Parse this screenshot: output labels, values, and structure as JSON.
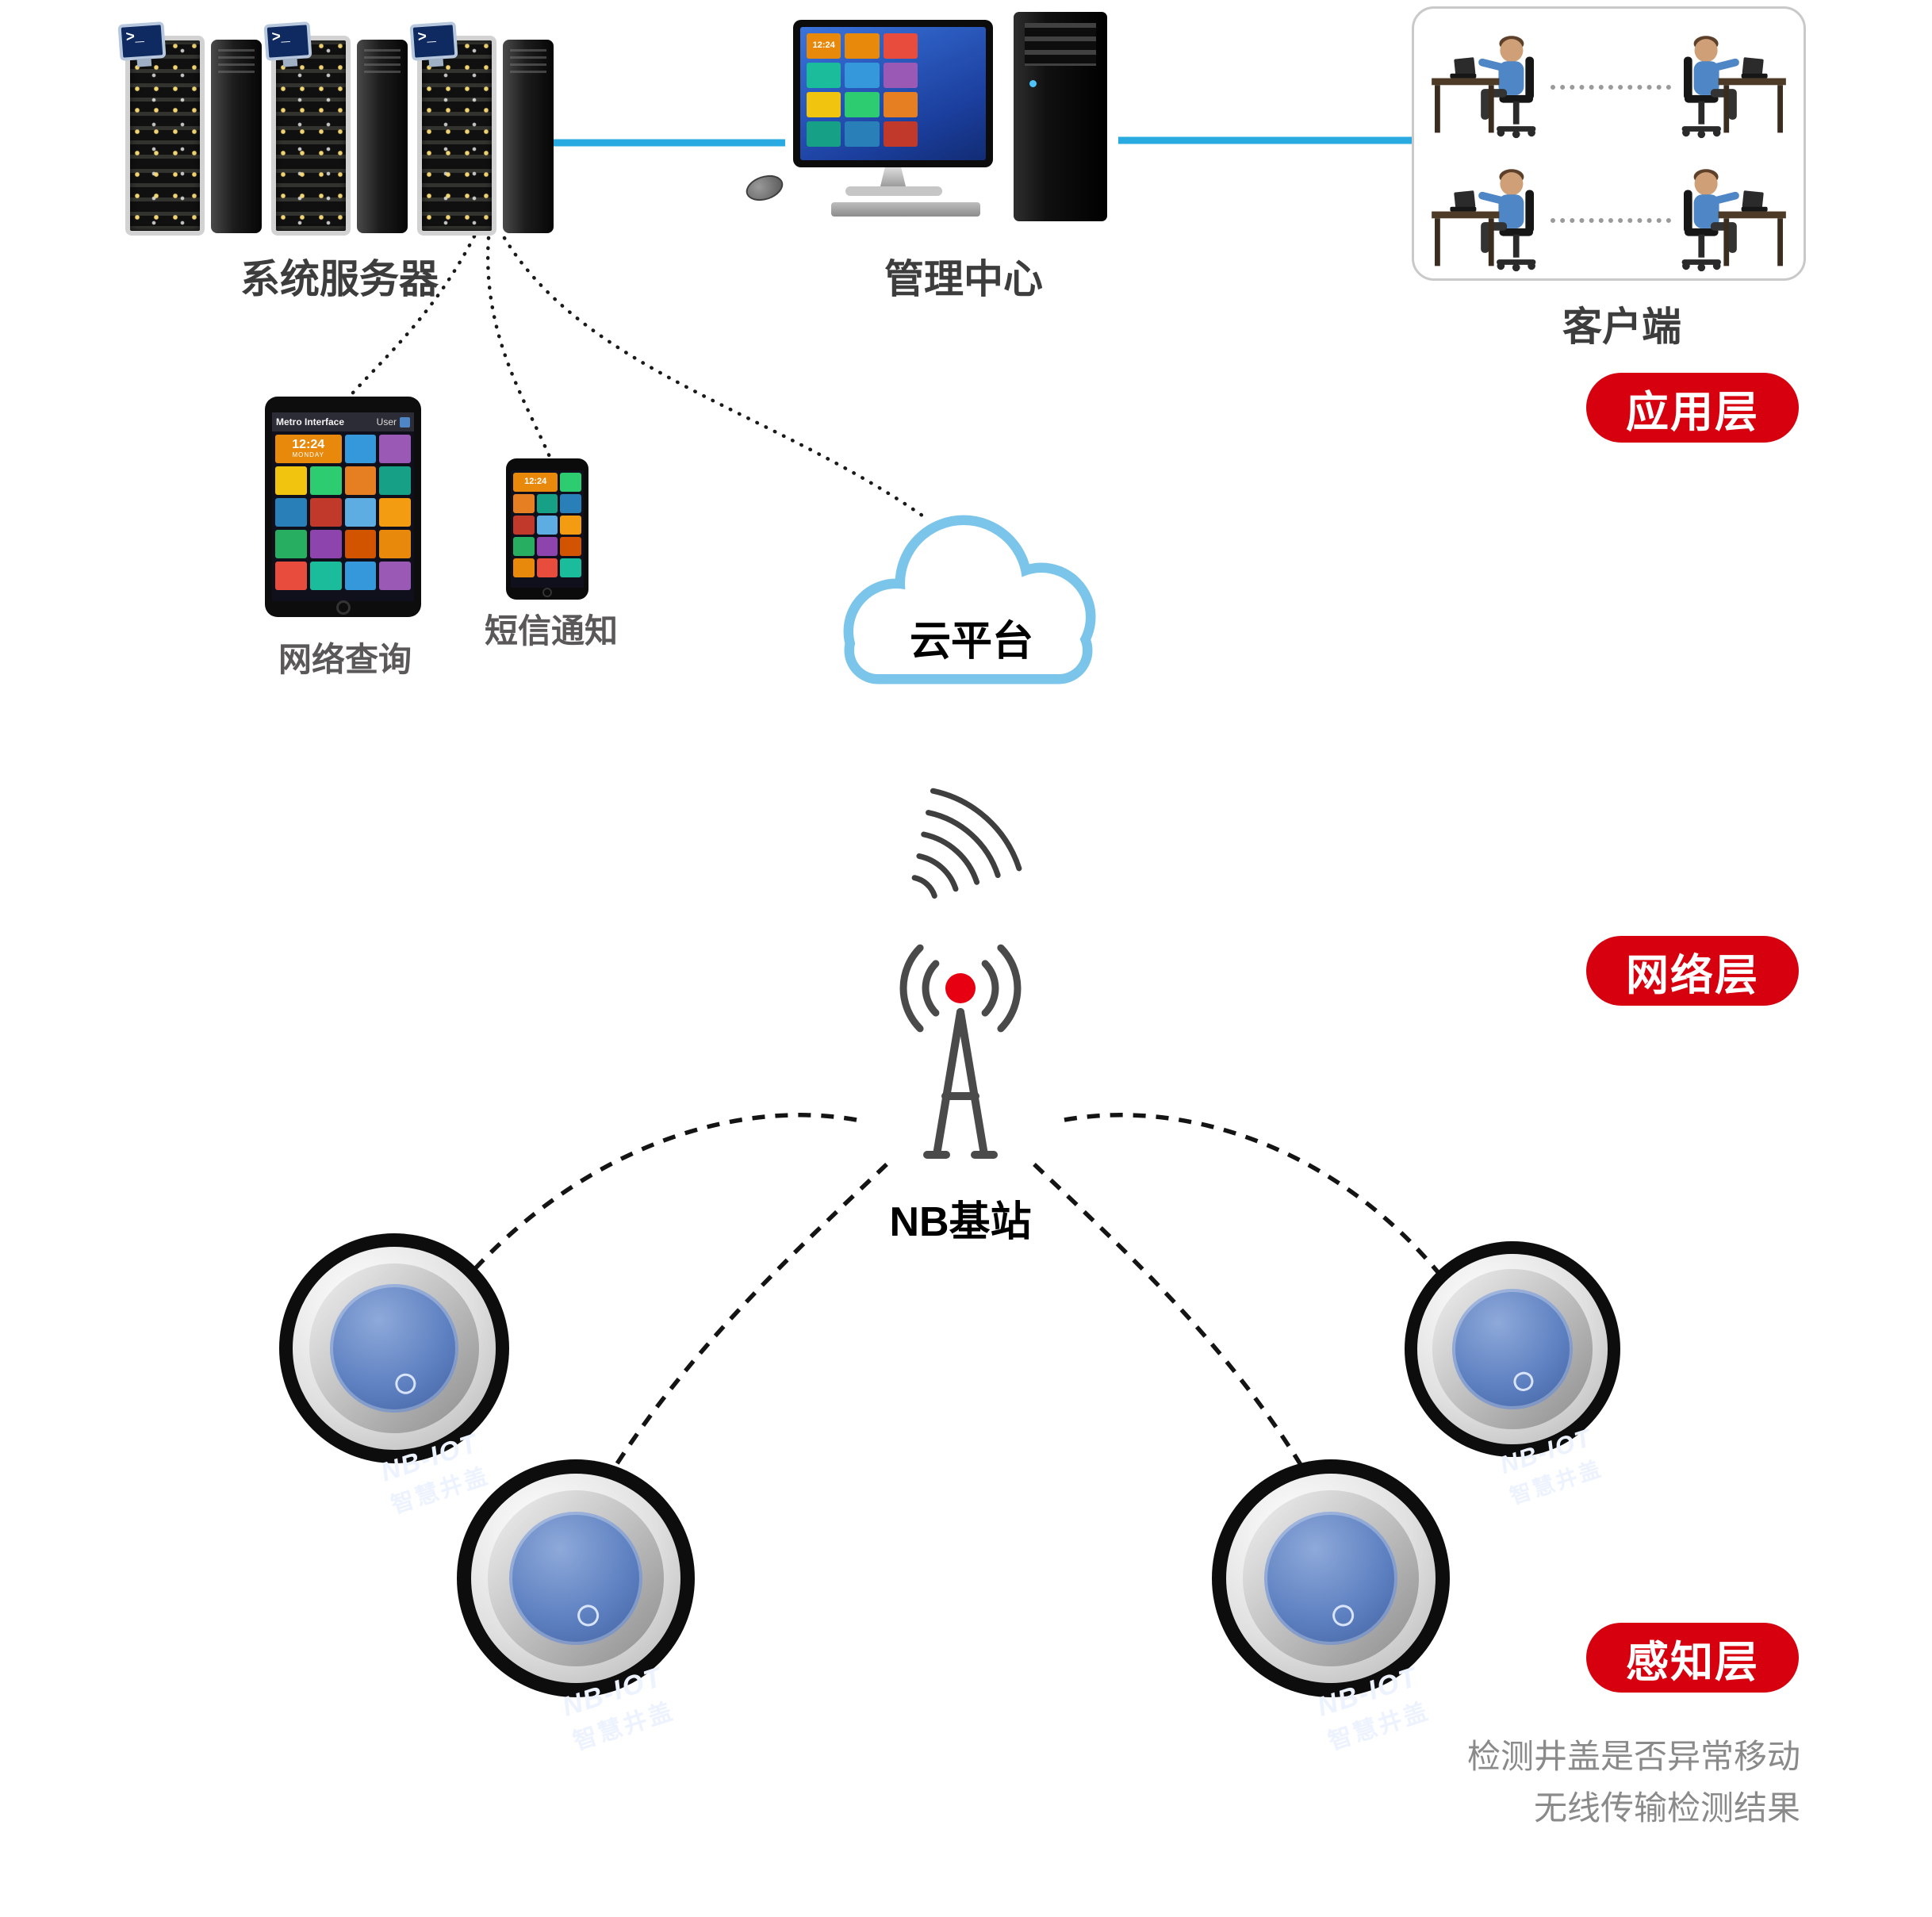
{
  "application_layer": {
    "badge": "应用层",
    "servers": {
      "label": "系统服务器",
      "terminal_prompt": ">_"
    },
    "management": {
      "label": "管理中心",
      "screen_time": "12:24"
    },
    "clients": {
      "label": "客户端"
    },
    "tablet": {
      "label": "网络查询",
      "header_title": "Metro Interface",
      "header_user": "User",
      "time": "12:24",
      "day": "MONDAY"
    },
    "phone": {
      "label": "短信通知",
      "time": "12:24"
    }
  },
  "network_layer": {
    "badge": "网络层",
    "cloud": {
      "label": "云平台"
    },
    "base_station": {
      "label": "NB基站"
    }
  },
  "perception_layer": {
    "badge": "感知层",
    "manhole_cover": {
      "line1": "NB-IOT",
      "line2": "智慧井盖"
    },
    "notes": {
      "line1": "检测井盖是否异常移动",
      "line2": "无线传输检测结果"
    }
  },
  "colors": {
    "link_blue": "#29ABE2",
    "badge_red": "#D7000F",
    "cloud_blue": "#7CC5EA",
    "cover_blue": "#5C7FC0",
    "station_red_dot": "#E60012",
    "note_gray": "#8A8A8A"
  },
  "ui_palette": [
    "#E8890C",
    "#E74C3C",
    "#1ABC9C",
    "#3498DB",
    "#9B59B6",
    "#F1C40F",
    "#2ECC71",
    "#E67E22",
    "#16A085",
    "#2980B9",
    "#C0392B",
    "#5DADE2",
    "#F39C12",
    "#27AE60",
    "#8E44AD",
    "#D35400"
  ]
}
